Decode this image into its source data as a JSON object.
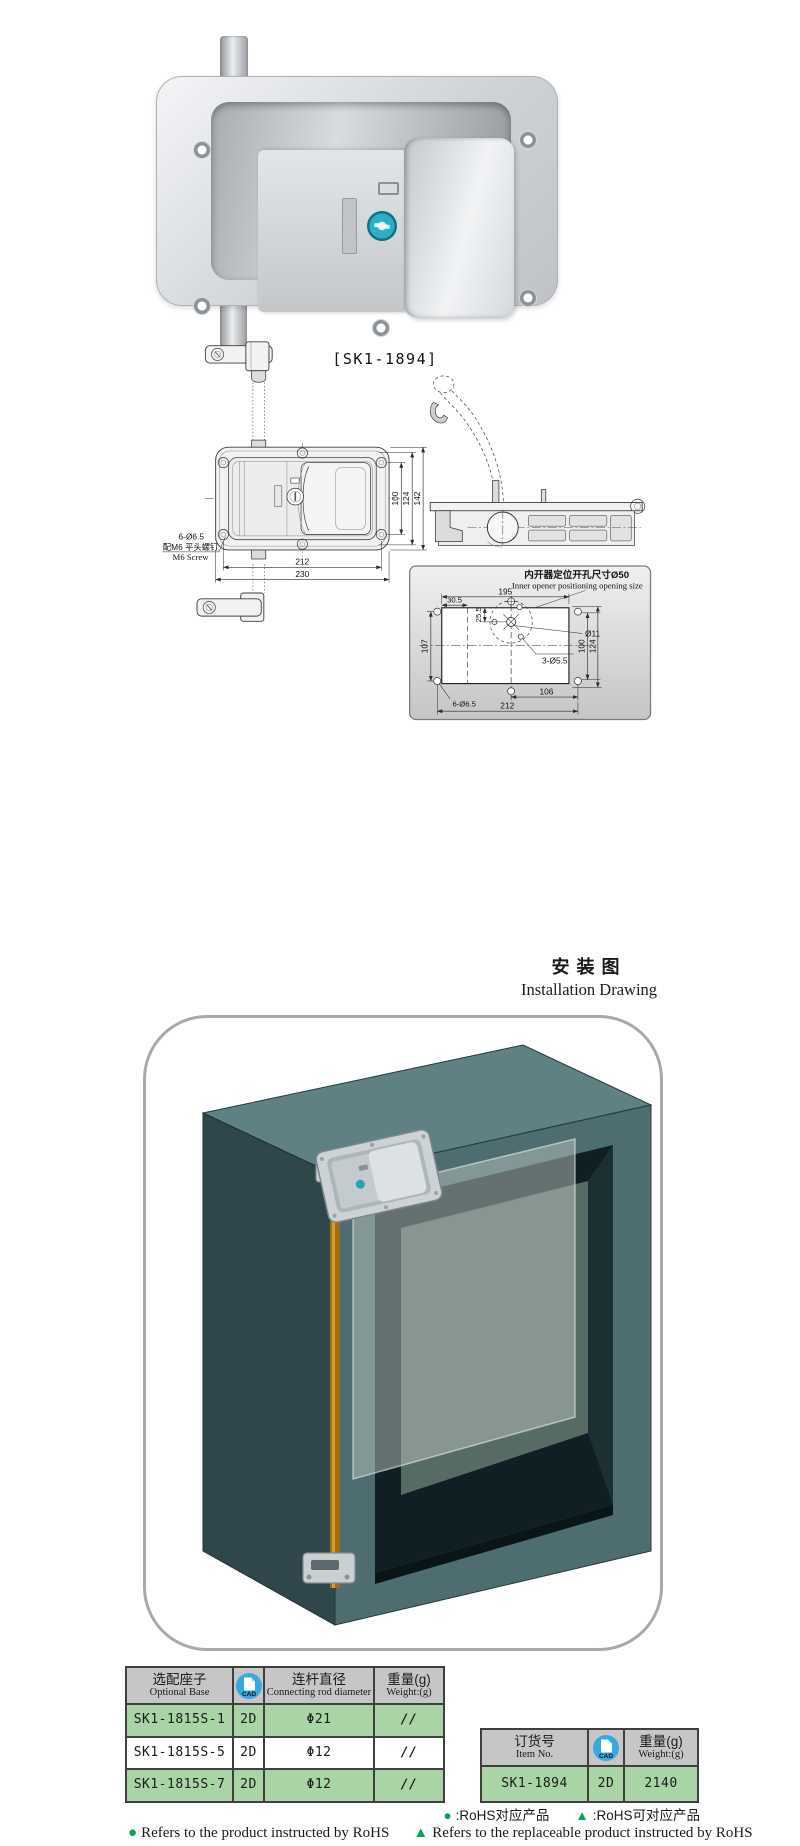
{
  "product": {
    "model_label": "[SK1-1894]"
  },
  "front_view": {
    "dim_v_inner": "100",
    "dim_v_mid": "124",
    "dim_v_outer": "142",
    "dim_h_inner": "212",
    "dim_h_outer": "230",
    "screw_note_line1": "6-Ø6.5",
    "screw_note_line2": "配M6 平头螺钉",
    "screw_note_line3": "M6 Screw"
  },
  "hole_diagram": {
    "title_cn": "内开器定位开孔尺寸Ø50",
    "title_en": "Inner opener positioning opening size",
    "dim_width": "195",
    "dim_offset": "30.5",
    "dim_center": "25.5",
    "dim_left_height": "107",
    "dim_center_hole": "Ø11",
    "dim_small_holes": "3-Ø5.5",
    "dim_right_inner": "100",
    "dim_right_outer": "124",
    "dim_bottom_half": "106",
    "dim_bottom_span": "212",
    "dim_corner_holes": "6-Ø6.5"
  },
  "installation": {
    "title_cn": "安装图",
    "title_en": "Installation Drawing"
  },
  "optional_base_table": {
    "header": {
      "col1_cn": "选配座子",
      "col1_en": "Optional Base",
      "cad_icon": "CAD",
      "col3_cn": "连杆直径",
      "col3_en": "Connecting rod diameter",
      "col4_cn": "重量(g)",
      "col4_en": "Weight:(g)"
    },
    "rows": [
      {
        "base": "SK1-1815S-1",
        "cad": "2D",
        "rod": "Φ21",
        "weight": "//"
      },
      {
        "base": "SK1-1815S-5",
        "cad": "2D",
        "rod": "Φ12",
        "weight": "//"
      },
      {
        "base": "SK1-1815S-7",
        "cad": "2D",
        "rod": "Φ12",
        "weight": "//"
      }
    ]
  },
  "item_table": {
    "header": {
      "col1_cn": "订货号",
      "col1_en": "Item No.",
      "cad_icon": "CAD",
      "col3_cn": "重量(g)",
      "col3_en": "Weight:(g)"
    },
    "row": {
      "item": "SK1-1894",
      "cad": "2D",
      "weight": "2140"
    }
  },
  "legend": {
    "cn_dot_symbol": "●",
    "cn_dot_text": ":RoHS对应产品",
    "cn_tri_symbol": "▲",
    "cn_tri_text": ":RoHS可对应产品",
    "en_dot_symbol": "●",
    "en_dot_text": "Refers to the product instructed by RoHS",
    "en_tri_symbol": "▲",
    "en_tri_text": "Refers to the replaceable product instructed by RoHS"
  },
  "colors": {
    "row_green": "#a9d4a6",
    "header_gray": "#c6c6c6",
    "rohs_green": "#00a651",
    "cad_blue": "#36a9e1",
    "rod_orange": "#b8791c",
    "cabinet_front": "#4d6d70",
    "cabinet_top": "#5f8184",
    "cabinet_side": "#2f474a"
  }
}
